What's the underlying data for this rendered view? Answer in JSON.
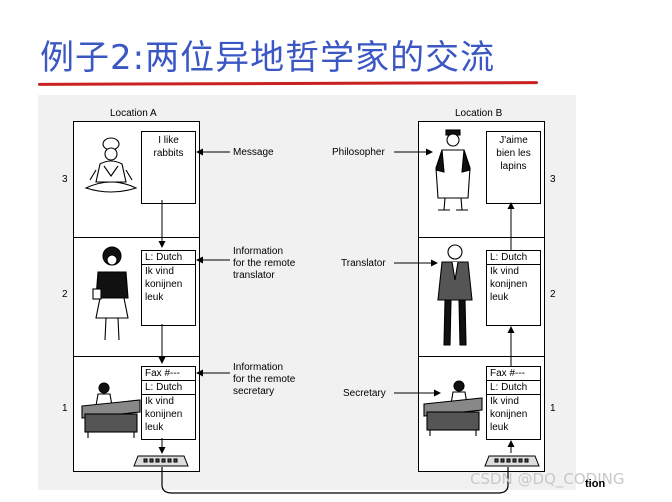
{
  "title": "例子2:两位异地哲学家的交流",
  "location_a": "Location A",
  "location_b": "Location B",
  "layers": [
    "3",
    "2",
    "1"
  ],
  "left": {
    "message": "I like\nrabbits",
    "translator_box": [
      "L: Dutch",
      "Ik vind",
      "konijnen",
      "leuk"
    ],
    "secretary_box": [
      "Fax #---",
      "L: Dutch",
      "Ik vind",
      "konijnen",
      "leuk"
    ]
  },
  "right": {
    "message": "J'aime\nbien les\nlapins",
    "translator_box": [
      "L: Dutch",
      "Ik vind",
      "konijnen",
      "leuk"
    ],
    "secretary_box": [
      "Fax #---",
      "L: Dutch",
      "Ik vind",
      "konijnen",
      "leuk"
    ]
  },
  "labels": {
    "message": "Message",
    "info_translator": "Information\nfor the remote\ntranslator",
    "info_secretary": "Information\nfor the remote\nsecretary",
    "philosopher": "Philosopher",
    "translator": "Translator",
    "secretary": "Secretary"
  },
  "watermark": "CSDN @DQ_CODING",
  "corner_text": "tion"
}
